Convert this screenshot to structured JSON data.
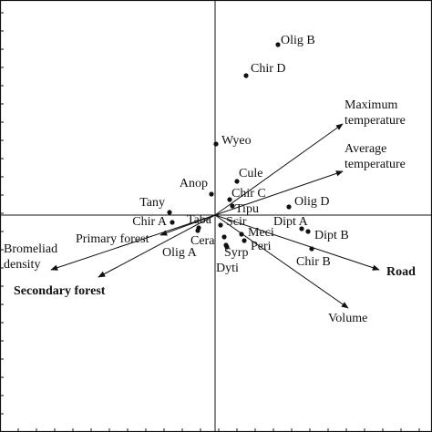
{
  "chart_data": {
    "type": "scatter",
    "title": "",
    "xlabel": "",
    "ylabel": "",
    "xlim": [
      -236,
      238
    ],
    "ylim": [
      -238,
      236
    ],
    "grid": false,
    "legend": "none",
    "colors": {
      "ink": "#111111",
      "background": "#ffffff"
    },
    "points": [
      {
        "label": "Olig B",
        "x": 69,
        "y": 187
      },
      {
        "label": "Chir D",
        "x": 34,
        "y": 153
      },
      {
        "label": "Wyeo",
        "x": 1,
        "y": 78
      },
      {
        "label": "Cule",
        "x": 24,
        "y": 37
      },
      {
        "label": "Anop",
        "x": -4,
        "y": 23
      },
      {
        "label": "Chir C",
        "x": 16,
        "y": 17
      },
      {
        "label": "Tipu",
        "x": 19,
        "y": 10
      },
      {
        "label": "Olig D",
        "x": 81,
        "y": 9
      },
      {
        "label": "Tany",
        "x": -50,
        "y": 3
      },
      {
        "label": "Chir A",
        "x": -47,
        "y": -8
      },
      {
        "label": "Taba",
        "x": -18,
        "y": -14
      },
      {
        "label": "Scir",
        "x": 6,
        "y": -11
      },
      {
        "label": "Dipt A",
        "x": 95,
        "y": -15
      },
      {
        "label": "Dipt B",
        "x": 102,
        "y": -18
      },
      {
        "label": "Meci",
        "x": 29,
        "y": -21
      },
      {
        "label": "Cera",
        "x": 10,
        "y": -24
      },
      {
        "label": "Peri",
        "x": 32,
        "y": -28
      },
      {
        "label": "Chir B",
        "x": 106,
        "y": -37
      },
      {
        "label": "Syrp",
        "x": 12,
        "y": -33
      },
      {
        "label": "Olig A",
        "x": -19,
        "y": -17
      },
      {
        "label": "Dyti",
        "x": 13,
        "y": -35
      }
    ],
    "vectors": [
      {
        "label": "Maximum\ntemperature",
        "x": 140,
        "y": 100,
        "bold": false
      },
      {
        "label": "Average\ntemperature",
        "x": 140,
        "y": 48,
        "bold": false
      },
      {
        "label": "Bromeliad\ndensity",
        "x": -180,
        "y": -60,
        "bold": false
      },
      {
        "label": "Primary forest",
        "x": -60,
        "y": -22,
        "bold": false
      },
      {
        "label": "Secondary forest",
        "x": -128,
        "y": -68,
        "bold": true
      },
      {
        "label": "Road",
        "x": 180,
        "y": -60,
        "bold": true
      },
      {
        "label": "Volume",
        "x": 146,
        "y": -102,
        "bold": false
      }
    ]
  }
}
